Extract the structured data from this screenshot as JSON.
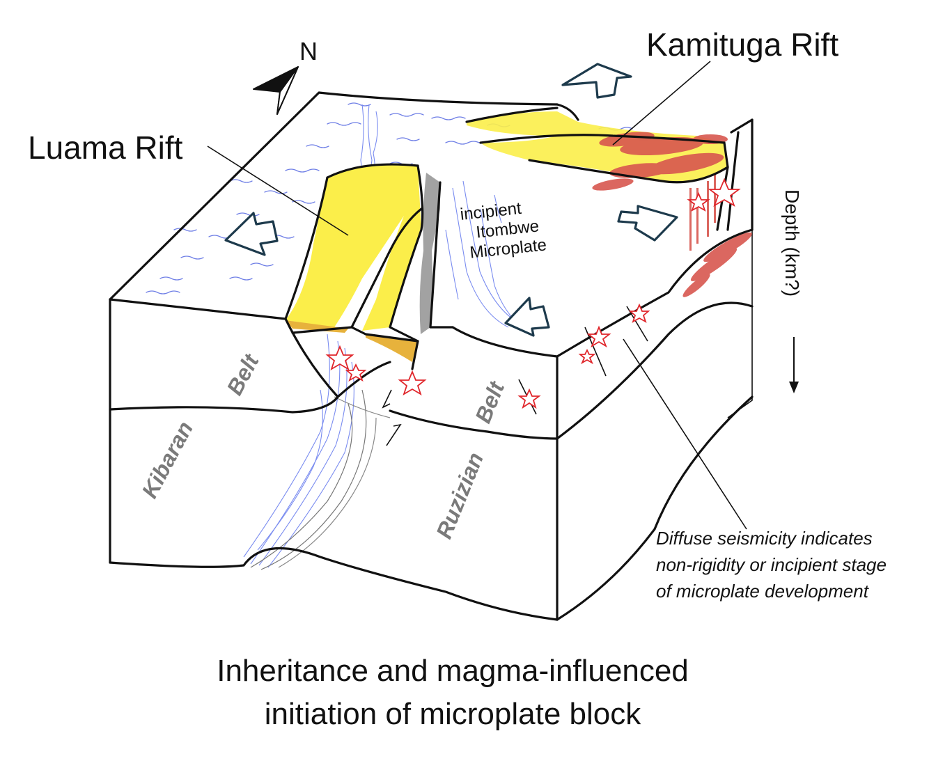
{
  "labels": {
    "north": "N",
    "kamituga_rift": "Kamituga Rift",
    "luama_rift": "Luama Rift",
    "microplate_line1": "incipient",
    "microplate_line2": "Itombwe",
    "microplate_line3": "Microplate",
    "depth_axis": "Depth (km?)",
    "kibaran_word1": "Kibaran",
    "kibaran_word2": "Belt",
    "ruzizian_word1": "Ruzizian",
    "ruzizian_word2": "Belt"
  },
  "note": {
    "line1": "Diffuse seismicity indicates",
    "line2": "non-rigidity or incipient stage",
    "line3": "of microplate development"
  },
  "caption": {
    "line1": "Inheritance and magma-influenced",
    "line2": "initiation of microplate block"
  },
  "colors": {
    "rift_fill": "#fbee4a",
    "rift_shadow": "#e7b23c",
    "magma": "#d8574f",
    "water_lines": "#6f7fe6",
    "star_outline": "#e0262b",
    "arrow_outline": "#1d3a4c",
    "belt_label": "#7a7a7a"
  },
  "icons": {
    "north_arrow": "north-arrow-icon",
    "extension_arrow": "hollow-arrow-icon",
    "earthquake": "star-icon"
  }
}
